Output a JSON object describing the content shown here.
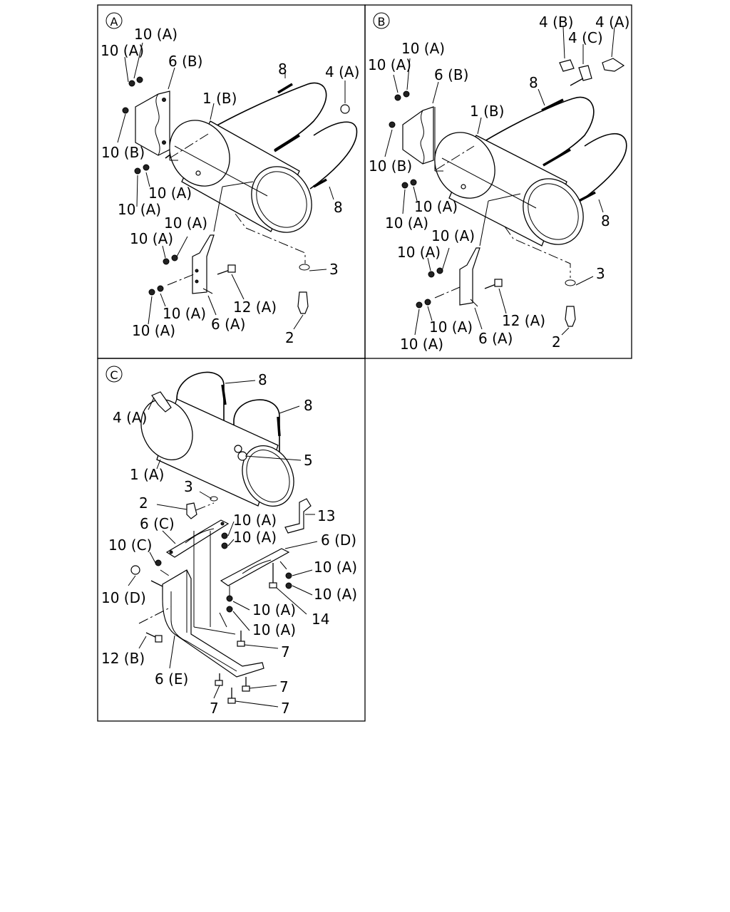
{
  "panels": {
    "a": {
      "badge": "A",
      "labels": {
        "l1": "10 (A)",
        "l2": "10 (A)",
        "l3": "6 (B)",
        "l4": "8",
        "l5": "4 (A)",
        "l6": "1 (B)",
        "l7": "10 (B)",
        "l8": "10 (A)",
        "l9": "10 (A)",
        "l10": "8",
        "l11": "10 (A)",
        "l12": "10 (A)",
        "l13": "3",
        "l14": "10 (A)",
        "l15": "12 (A)",
        "l16": "6 (A)",
        "l17": "10 (A)",
        "l18": "2"
      }
    },
    "b": {
      "badge": "B",
      "labels": {
        "l1": "4 (B)",
        "l2": "4 (A)",
        "l3": "10 (A)",
        "l4": "4 (C)",
        "l5": "10 (A)",
        "l6": "6 (B)",
        "l7": "8",
        "l8": "1 (B)",
        "l9": "10 (B)",
        "l10": "10 (A)",
        "l11": "10 (A)",
        "l12": "8",
        "l13": "10 (A)",
        "l14": "10 (A)",
        "l15": "3",
        "l16": "12 (A)",
        "l17": "10 (A)",
        "l18": "6 (A)",
        "l19": "10 (A)",
        "l20": "2"
      }
    },
    "c": {
      "badge": "C",
      "labels": {
        "l1": "8",
        "l2": "8",
        "l3": "4 (A)",
        "l4": "5",
        "l5": "1 (A)",
        "l6": "3",
        "l7": "2",
        "l8": "10 (A)",
        "l9": "13",
        "l10": "6 (C)",
        "l11": "10 (A)",
        "l12": "6 (D)",
        "l13": "10 (C)",
        "l14": "10 (A)",
        "l15": "10 (D)",
        "l16": "10 (A)",
        "l17": "10 (A)",
        "l18": "14",
        "l19": "10 (A)",
        "l20": "7",
        "l21": "12 (B)",
        "l22": "6 (E)",
        "l23": "7",
        "l24": "7",
        "l25": "7"
      }
    }
  }
}
